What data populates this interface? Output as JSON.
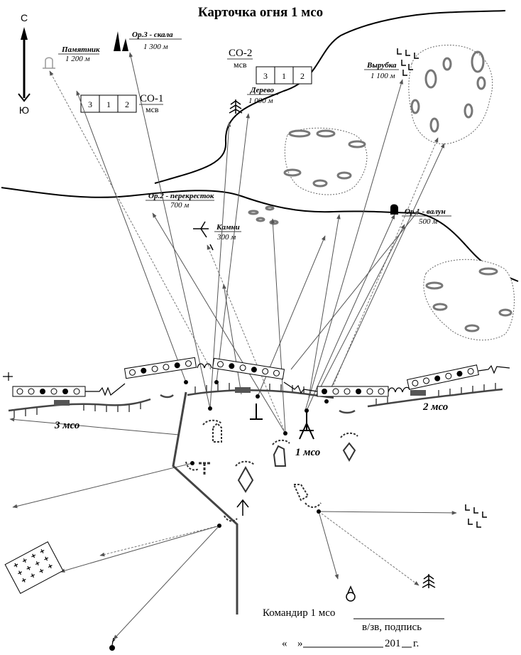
{
  "title": "Карточка огня 1 мсо",
  "compass": {
    "north": "С",
    "south": "Ю"
  },
  "landmarks": [
    {
      "name": "Памятник",
      "range": "1 200 м"
    },
    {
      "name": "Ор.3 - скала",
      "range": "1 300 м"
    },
    {
      "name": "Дерево",
      "range": "1 000 м"
    },
    {
      "name": "Вырубка",
      "range": "1 100 м"
    },
    {
      "name": "Ор.2 - перекресток",
      "range": "700 м"
    },
    {
      "name": "Камни",
      "range": "300 м"
    },
    {
      "name": "Ор.1 - валун",
      "range": "500 м"
    }
  ],
  "sectors": [
    {
      "name": "СО-1",
      "sub": "мсв",
      "cells": [
        "3",
        "1",
        "2"
      ]
    },
    {
      "name": "СО-2",
      "sub": "мсв",
      "cells": [
        "3",
        "1",
        "2"
      ]
    }
  ],
  "units": [
    "1 мсо",
    "2 мсо",
    "3 мсо"
  ],
  "signature": {
    "commander": "Командир 1 мсо",
    "sub": "в/зв, подпись",
    "date_open": "«",
    "date_close": "»",
    "year_prefix": "201",
    "year_suffix": "г."
  }
}
